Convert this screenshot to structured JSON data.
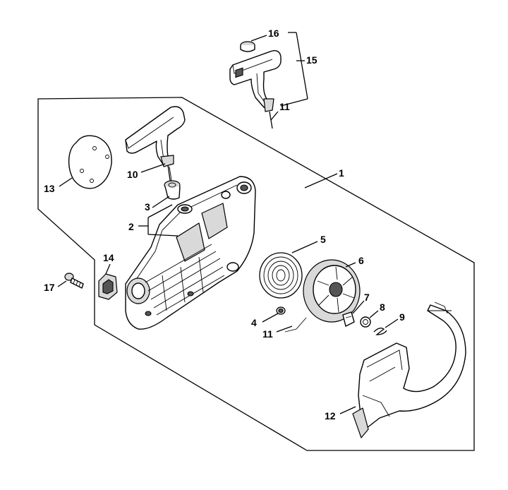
{
  "diagram": {
    "callouts": {
      "c1": "1",
      "c2": "2",
      "c3": "3",
      "c4": "4",
      "c5": "5",
      "c6": "6",
      "c7": "7",
      "c8": "8",
      "c9": "9",
      "c10": "10",
      "c11a": "11",
      "c11b": "11",
      "c12": "12",
      "c13": "13",
      "c14": "14",
      "c15": "15",
      "c16": "16",
      "c17": "17"
    }
  }
}
